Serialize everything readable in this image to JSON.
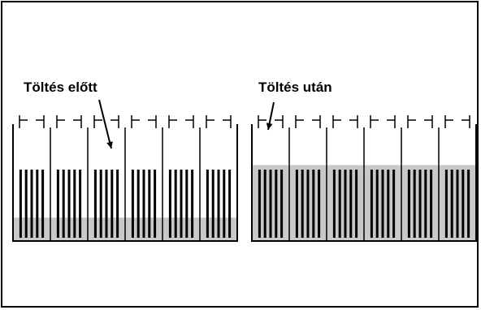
{
  "labels": {
    "before": "Töltés előtt",
    "after": "Töltés után"
  },
  "batteries": [
    {
      "name": "before",
      "cells": 6,
      "plates_per_cell": 5,
      "electrolyte_level": 0.2
    },
    {
      "name": "after",
      "cells": 6,
      "plates_per_cell": 5,
      "electrolyte_level": 0.65
    }
  ],
  "colors": {
    "electrolyte": "#c8c8c8",
    "plate": "#000000",
    "outline": "#000000"
  }
}
